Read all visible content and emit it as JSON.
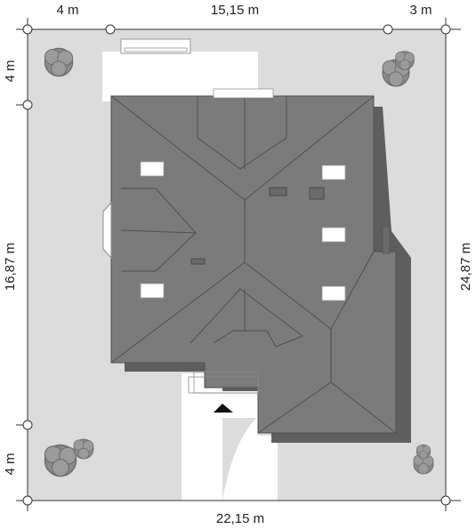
{
  "dimensions": {
    "top_left": "4 m",
    "top_middle": "15,15 m",
    "top_right": "3 m",
    "left_top": "4 m",
    "left_middle": "16,87 m",
    "left_bottom": "4 m",
    "right": "24,87 m",
    "bottom": "22,15 m"
  },
  "colors": {
    "plot": "#dcdcdc",
    "roof": "#7b7b7b",
    "roof_line": "#4f4f4f",
    "shadow": "#5e5e5e",
    "paving": "#ffffff",
    "tree": "#8a8a8a",
    "dimension_line": "#333333"
  },
  "icons": {
    "entrance": "entrance-arrow-icon",
    "tree": "tree-icon",
    "skylight": "skylight-icon",
    "marker": "dimension-marker-icon"
  }
}
